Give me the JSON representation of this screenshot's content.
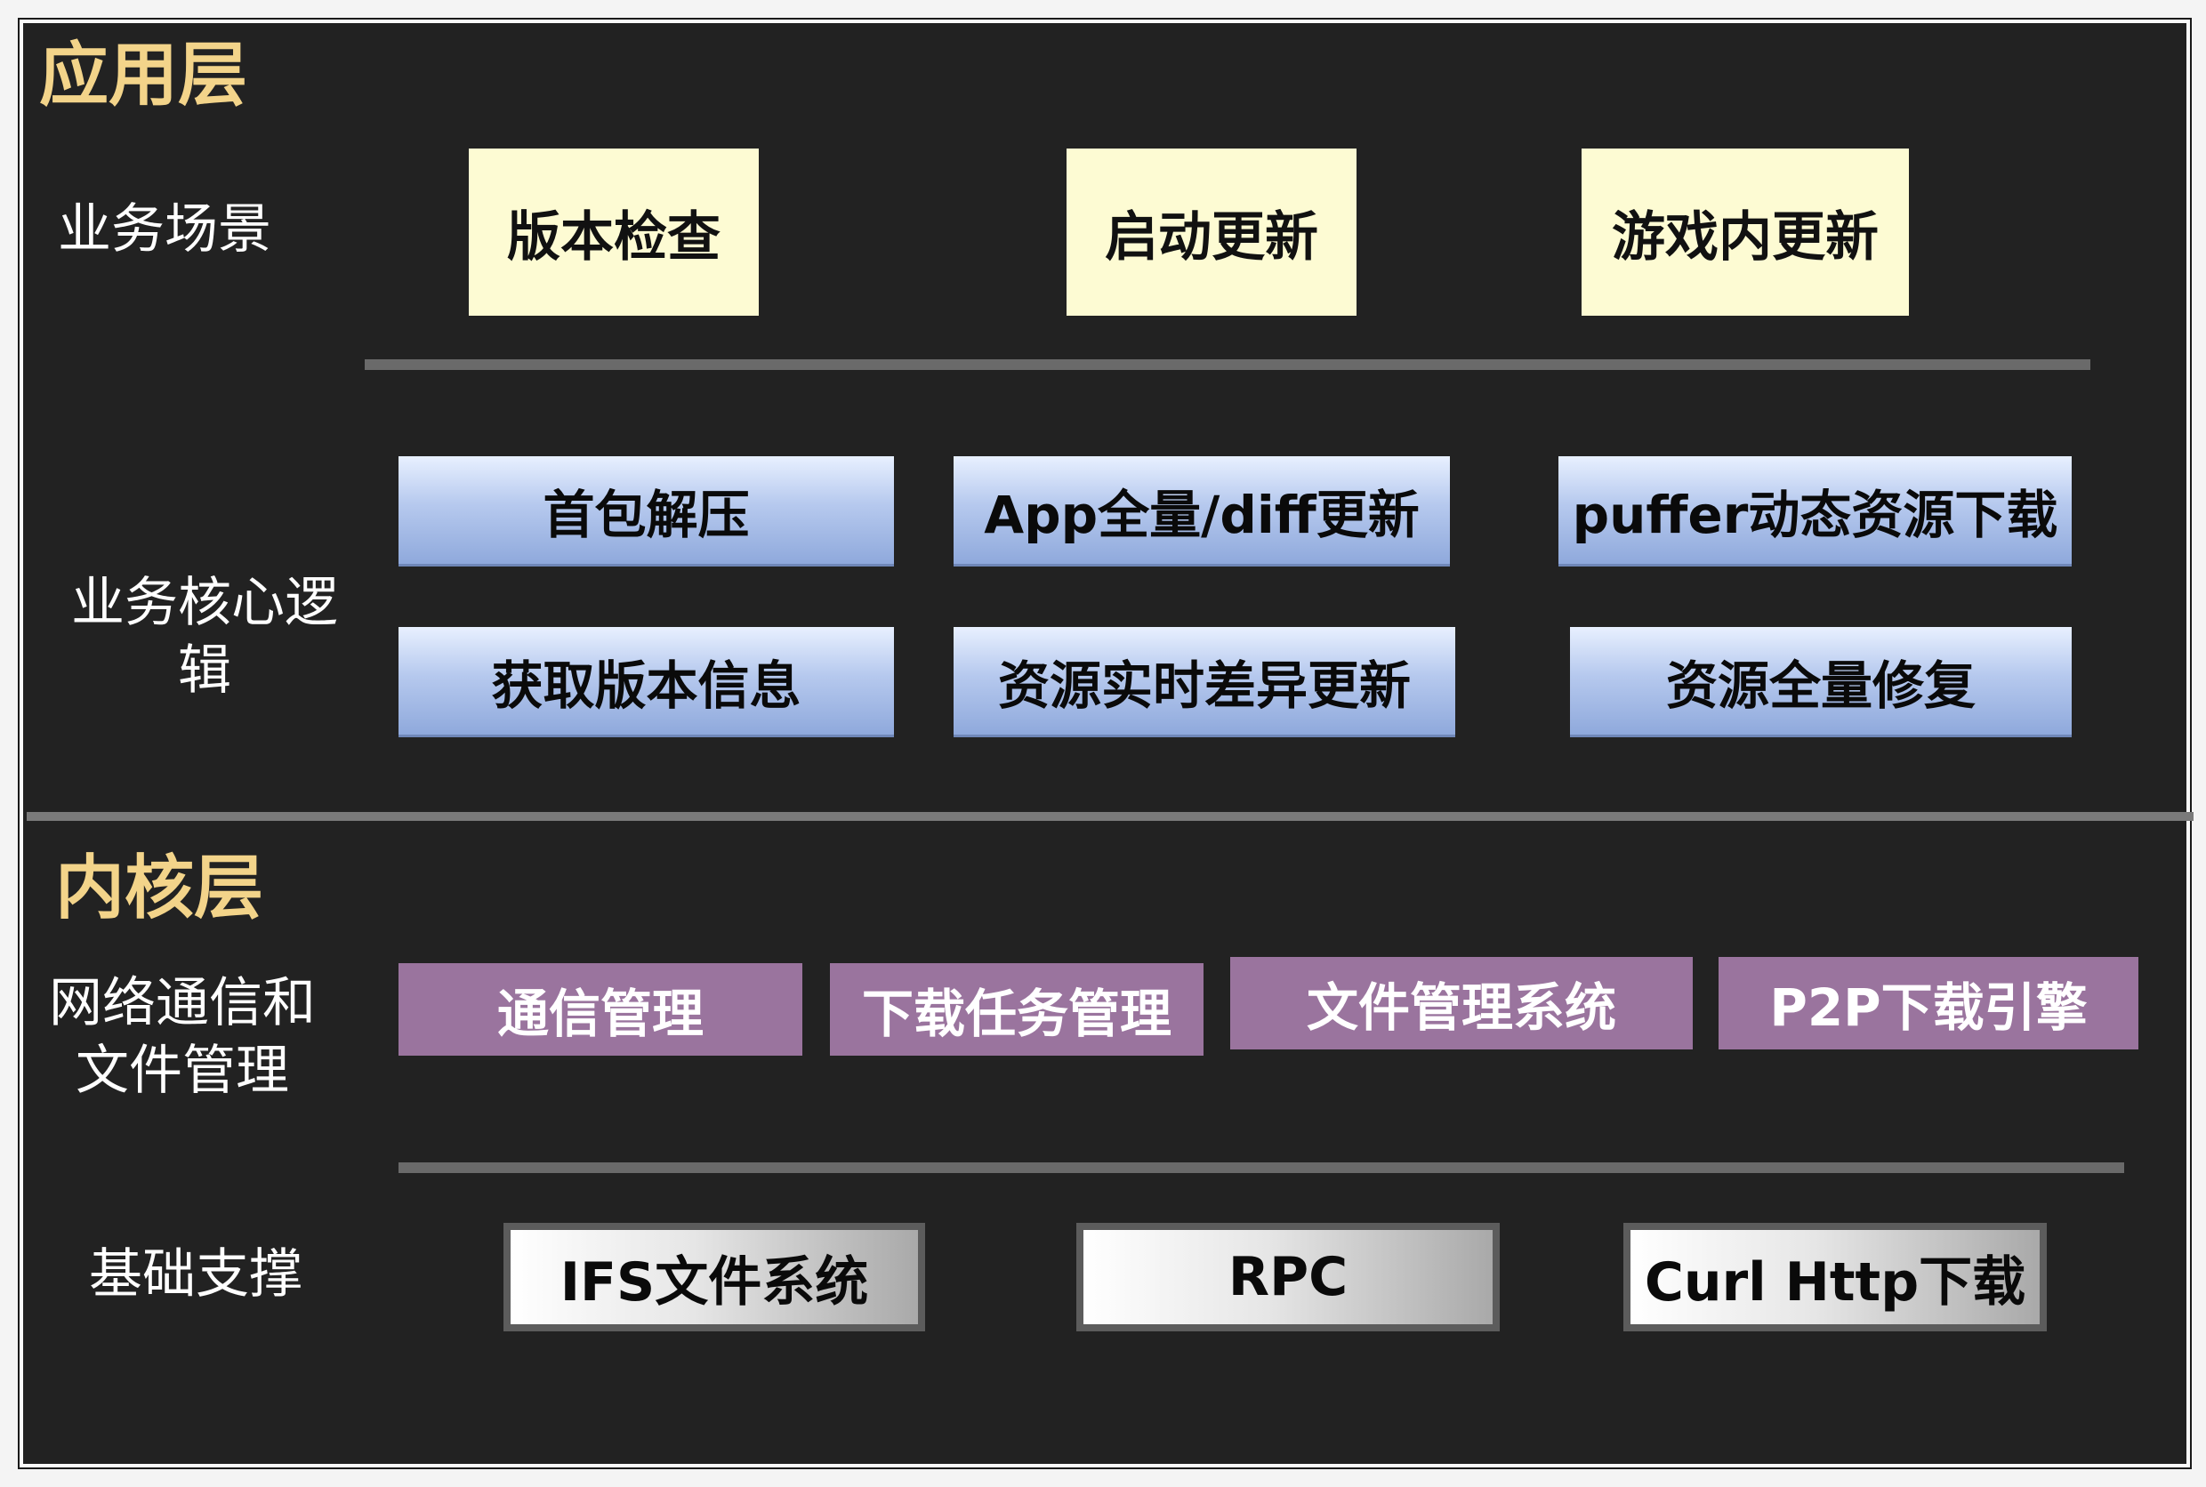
{
  "application_layer": {
    "title": "应用层",
    "business_scenarios": {
      "label": "业务场景",
      "items": [
        "版本检查",
        "启动更新",
        "游戏内更新"
      ]
    },
    "core_logic": {
      "label_line1": "业务核心逻",
      "label_line2": "辑",
      "row1": [
        "首包解压",
        "App全量/diff更新",
        "puffer动态资源下载"
      ],
      "row2": [
        "获取版本信息",
        "资源实时差异更新",
        "资源全量修复"
      ]
    }
  },
  "kernel_layer": {
    "title": "内核层",
    "network_file": {
      "label_line1": "网络通信和",
      "label_line2": "文件管理",
      "items": [
        "通信管理",
        "下载任务管理",
        "文件管理系统",
        "P2P下载引擎"
      ]
    },
    "foundation": {
      "label": "基础支撑",
      "items": [
        "IFS文件系统",
        "RPC",
        "Curl Http下载"
      ]
    }
  },
  "colors": {
    "background": "#222222",
    "layer_title": "#f3d48a",
    "scenario_box": "#fdfbd3",
    "logic_box": "#b6c9ee",
    "kernel_box": "#9a749e",
    "foundation_box": "#e6e6e6"
  }
}
